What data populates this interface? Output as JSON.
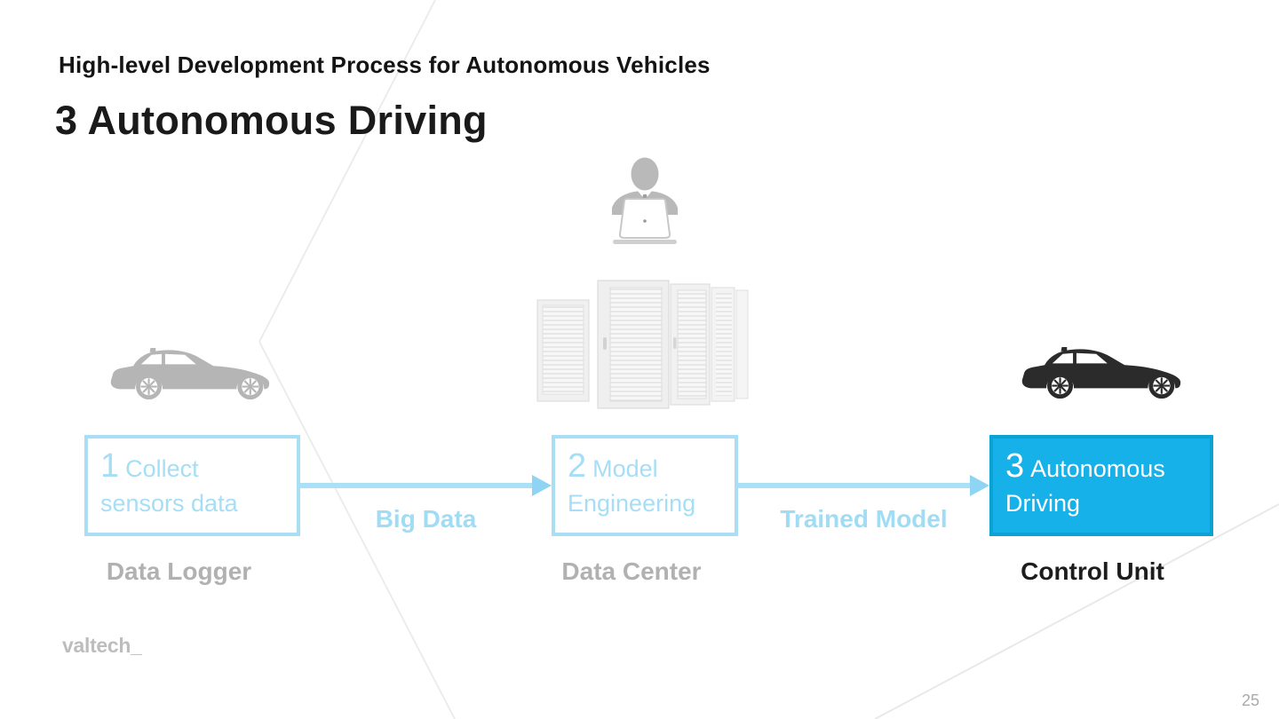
{
  "header": {
    "kicker": "High-level Development Process for Autonomous Vehicles",
    "title": "3 Autonomous Driving"
  },
  "steps": [
    {
      "number": "1",
      "label": "Collect sensors data",
      "caption": "Data Logger",
      "active": false
    },
    {
      "number": "2",
      "label": "Model Engineering",
      "caption": "Data Center",
      "active": false
    },
    {
      "number": "3",
      "label": "Autonomous Driving",
      "caption": "Control Unit",
      "active": true
    }
  ],
  "arrows": [
    {
      "label": "Big Data"
    },
    {
      "label": "Trained Model"
    }
  ],
  "icons": {
    "step1": "gray-car-icon",
    "step2_top": "developer-at-laptop-icon",
    "step2": "server-racks-icon",
    "step3": "black-car-icon"
  },
  "footer": {
    "logo": "valtech_",
    "page_number": "25"
  },
  "colors": {
    "accent": "#16b1e8",
    "accent_border": "#0da2d6",
    "light_blue": "#a9def5",
    "arrow_blue": "#abe0f7",
    "inactive_caption": "#b1b1b1",
    "active_caption": "#1d1d1d",
    "car_gray": "#b5b5b5",
    "car_black": "#2b2b2b",
    "watermark_line": "#ececec"
  }
}
